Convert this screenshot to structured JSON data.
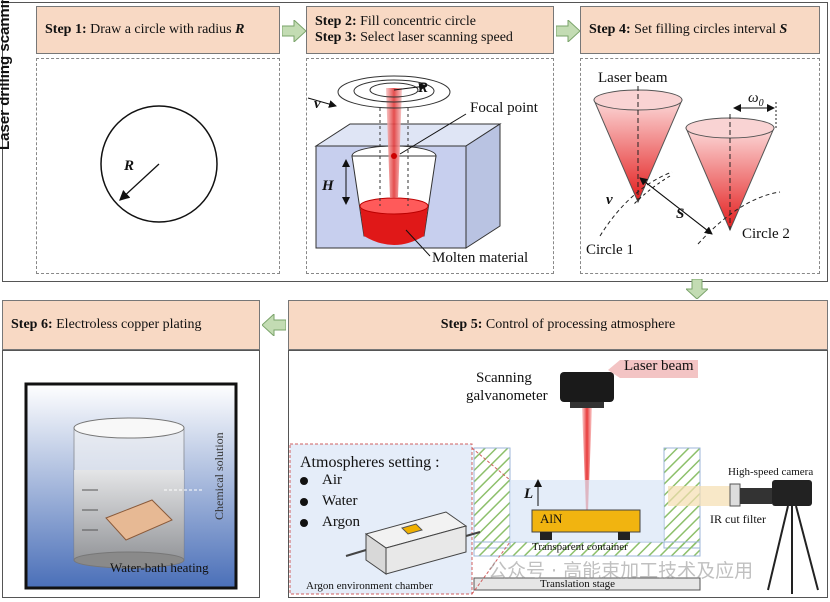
{
  "side_label": "Laser drilling scanning strategy",
  "step1": {
    "prefix": "Step 1:",
    "text": " Draw a circle with radius ",
    "var": "R",
    "label_r": "R"
  },
  "step23": {
    "line1_prefix": "Step 2:",
    "line1_text": " Fill  concentric circle",
    "line2_prefix": "Step 3:",
    "line2_text": " Select laser scanning speed",
    "v": "v",
    "r": "R",
    "h": "H",
    "focal_point": "Focal point",
    "molten_material": "Molten material"
  },
  "step4": {
    "prefix": "Step 4:",
    "text": " Set filling  circles interval ",
    "var": "S",
    "laser_beam": "Laser beam",
    "omega": "ω",
    "omega_sub": "0",
    "v": "v",
    "s": "S",
    "circle1": "Circle 1",
    "circle2": "Circle 2"
  },
  "step5": {
    "prefix": "Step 5:",
    "text": " Control of processing atmosphere",
    "scanning": "Scanning",
    "galvanometer": "galvanometer",
    "laser_beam": "Laser beam",
    "atmospheres_title": "Atmospheres setting :",
    "atmospheres": [
      "Air",
      "Water",
      "Argon"
    ],
    "argon_chamber": "Argon environment chamber",
    "l": "L",
    "aln": "AlN",
    "transparent_container": "Transparent container",
    "translation_stage": "Translation stage",
    "high_speed_camera": "High-speed camera",
    "ir_cut_filter": "IR cut filter"
  },
  "step6": {
    "prefix": "Step 6:",
    "text": " Electroless copper plating",
    "chemical_solution": "Chemical solution",
    "water_bath": "Water-bath heating"
  },
  "watermark": "公众号 · 高能束加工技术及应用"
}
